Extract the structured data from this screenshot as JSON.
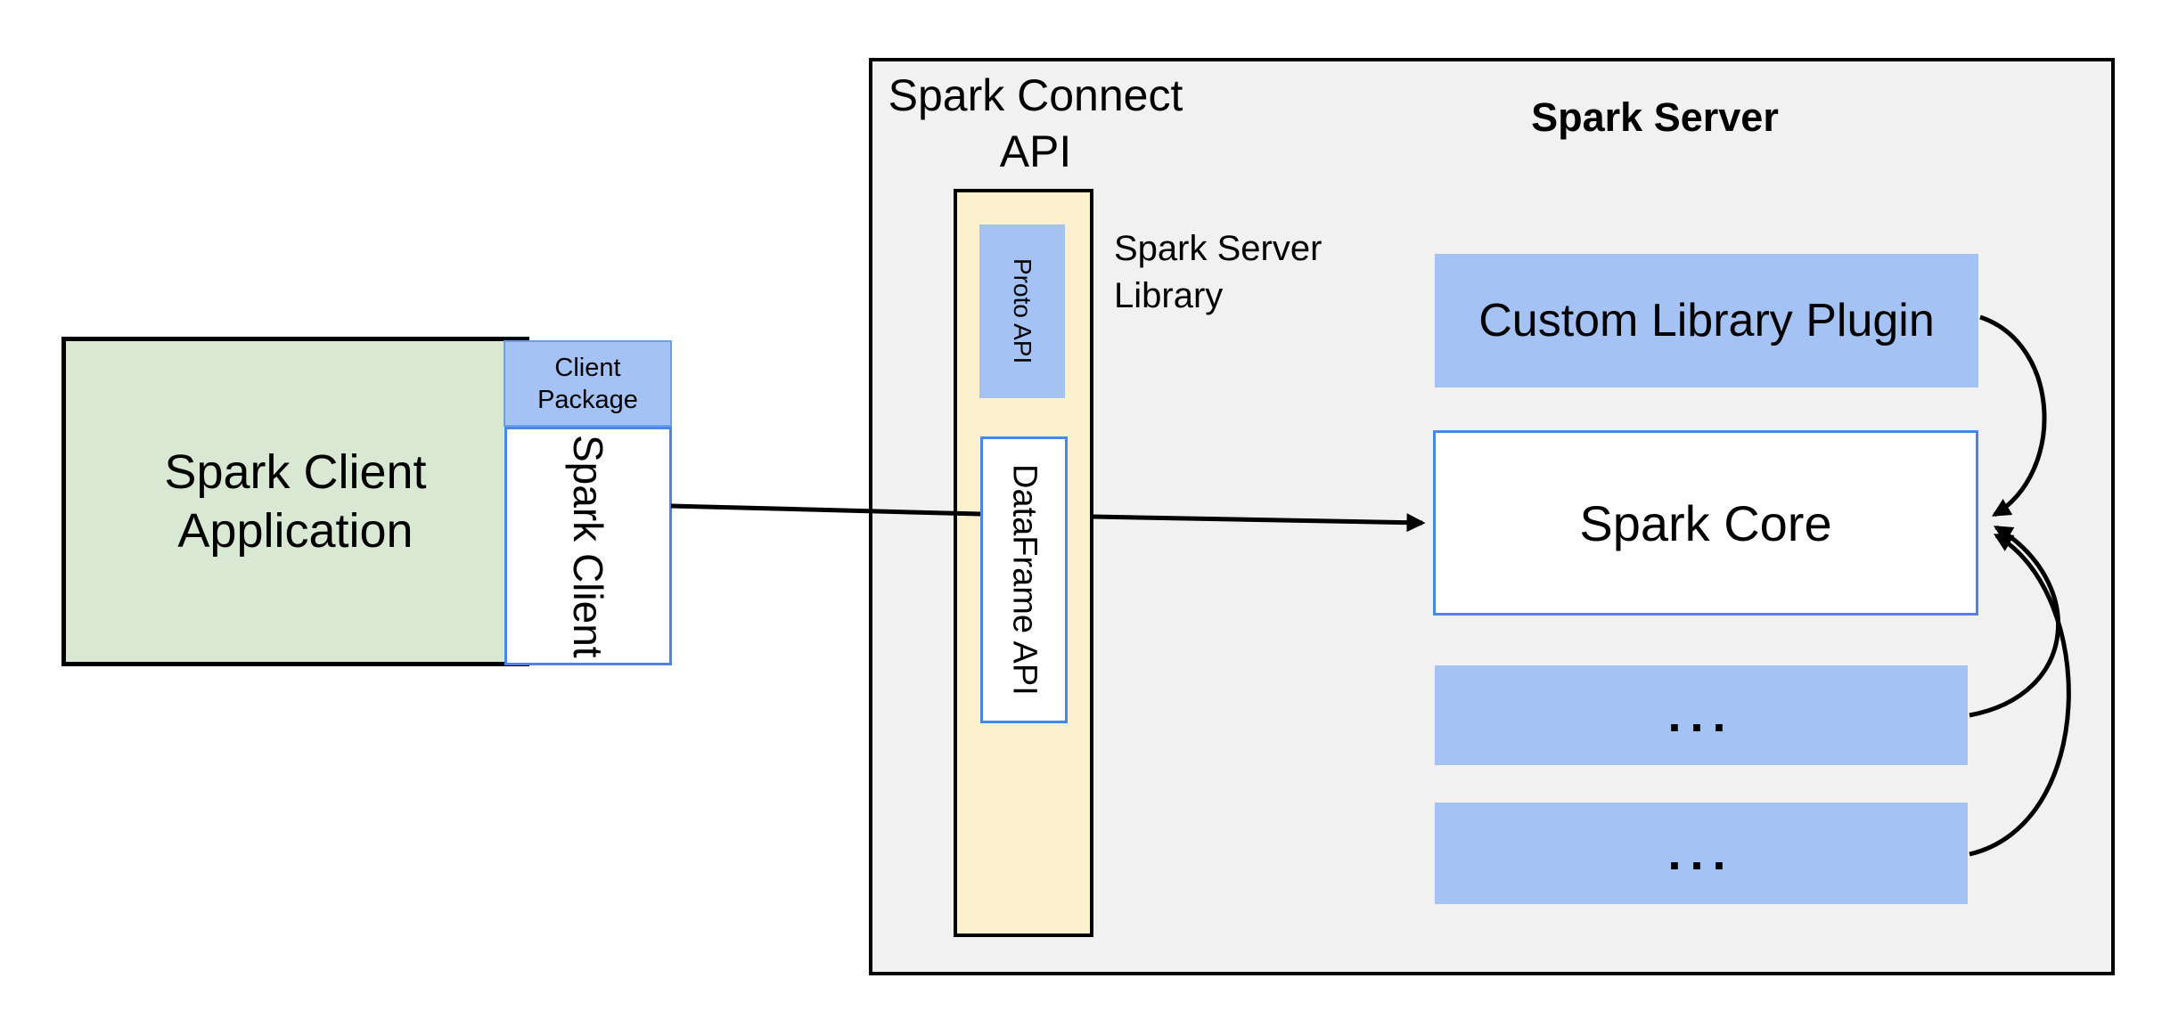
{
  "diagram": {
    "client_app": {
      "label": "Spark Client Application"
    },
    "client_package": {
      "label": "Client Package"
    },
    "spark_client": {
      "label": "Spark Client"
    },
    "spark_connect": {
      "title": "Spark Connect API"
    },
    "proto_api": {
      "label": "Proto API"
    },
    "dataframe_api": {
      "label": "DataFrame API"
    },
    "server_library": {
      "label": "Spark Server Library"
    },
    "spark_server": {
      "title": "Spark Server"
    },
    "custom_plugin": {
      "label": "Custom Library Plugin"
    },
    "spark_core": {
      "label": "Spark Core"
    },
    "plugin_slot_1": {
      "label": "..."
    },
    "plugin_slot_2": {
      "label": "..."
    }
  },
  "colors": {
    "container_fill": "#f1f1f1",
    "client_app_fill": "#d9e8d2",
    "blue_fill": "#a4c2f3",
    "library_fill": "#fdf0cd",
    "blue_border": "#4a86e8",
    "outline": "#000000"
  }
}
